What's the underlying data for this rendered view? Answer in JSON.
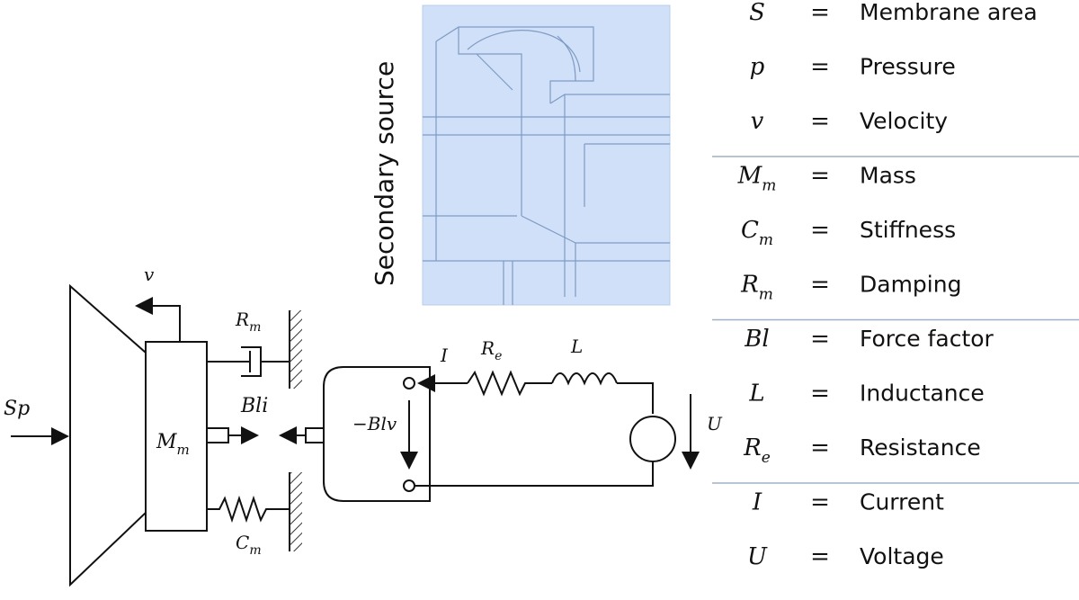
{
  "source_panel": {
    "label": "Secondary source"
  },
  "legend": {
    "groups": [
      [
        {
          "sym": "S",
          "sub": "",
          "eq": "=",
          "desc": "Membrane area"
        },
        {
          "sym": "p",
          "sub": "",
          "eq": "=",
          "desc": "Pressure"
        },
        {
          "sym": "v",
          "sub": "",
          "eq": "=",
          "desc": "Velocity"
        }
      ],
      [
        {
          "sym": "M",
          "sub": "m",
          "eq": "=",
          "desc": "Mass"
        },
        {
          "sym": "C",
          "sub": "m",
          "eq": "=",
          "desc": "Stiffness"
        },
        {
          "sym": "R",
          "sub": "m",
          "eq": "=",
          "desc": "Damping"
        }
      ],
      [
        {
          "sym": "Bl",
          "sub": "",
          "eq": "=",
          "desc": "Force factor"
        },
        {
          "sym": "L",
          "sub": "",
          "eq": "=",
          "desc": "Inductance"
        },
        {
          "sym": "R",
          "sub": "e",
          "eq": "=",
          "desc": "Resistance"
        }
      ],
      [
        {
          "sym": "I",
          "sub": "",
          "eq": "=",
          "desc": "Current"
        },
        {
          "sym": "U",
          "sub": "",
          "eq": "=",
          "desc": "Voltage"
        }
      ]
    ],
    "divider_color": "#9fb1c6"
  },
  "diagram": {
    "labels": {
      "v": "v",
      "rm": "R",
      "rm_sub": "m",
      "sp": "Sp",
      "mm": "M",
      "mm_sub": "m",
      "bli": "Bli",
      "cm": "C",
      "cm_sub": "m",
      "i": "I",
      "re": "R",
      "re_sub": "e",
      "l": "L",
      "blv": "−Blv",
      "u": "U"
    },
    "line_color": "#111111",
    "panel_fill": "#cfe0f8",
    "panel_edge": "#8aa6cf"
  }
}
